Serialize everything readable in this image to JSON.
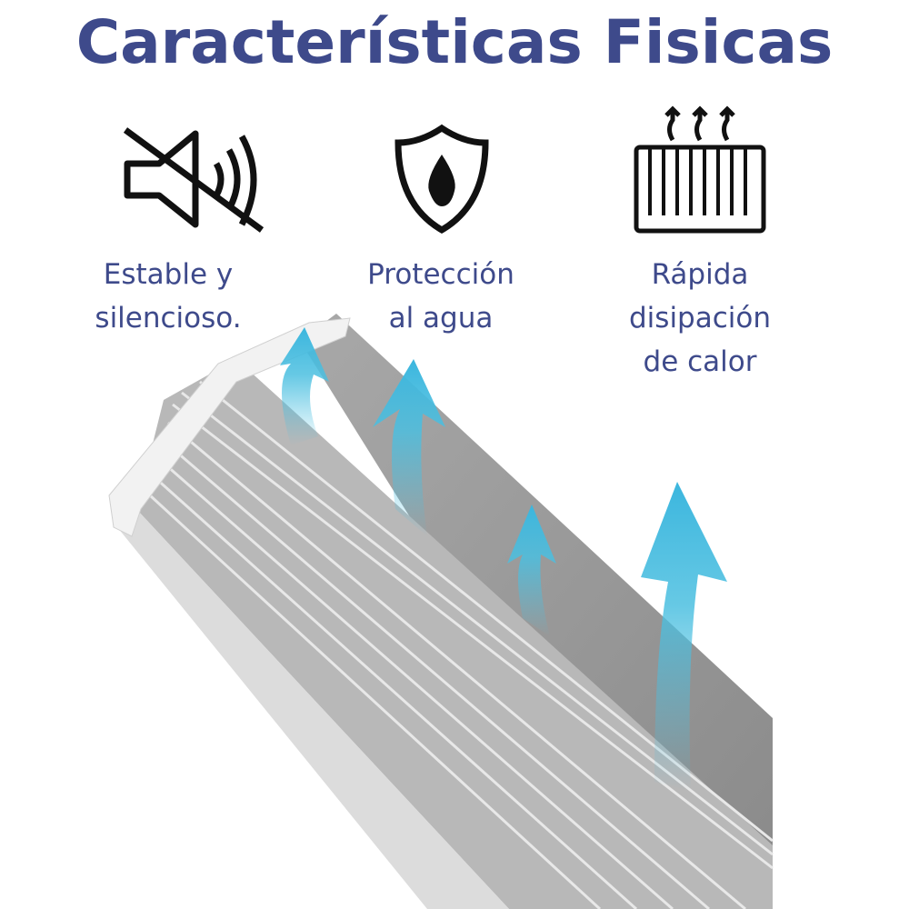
{
  "title": "Características Fisicas",
  "features": [
    {
      "icon": "muted-speaker-icon",
      "lines": [
        "Estable y",
        "silencioso."
      ]
    },
    {
      "icon": "water-shield-icon",
      "lines": [
        "Protección",
        "al agua"
      ]
    },
    {
      "icon": "heatsink-icon",
      "lines": [
        "Rápida",
        "disipación",
        "de calor"
      ]
    }
  ],
  "colors": {
    "text": "#3e4a8b",
    "arrow": "#4bbfe0",
    "aluminum": "#9a9a9a"
  }
}
